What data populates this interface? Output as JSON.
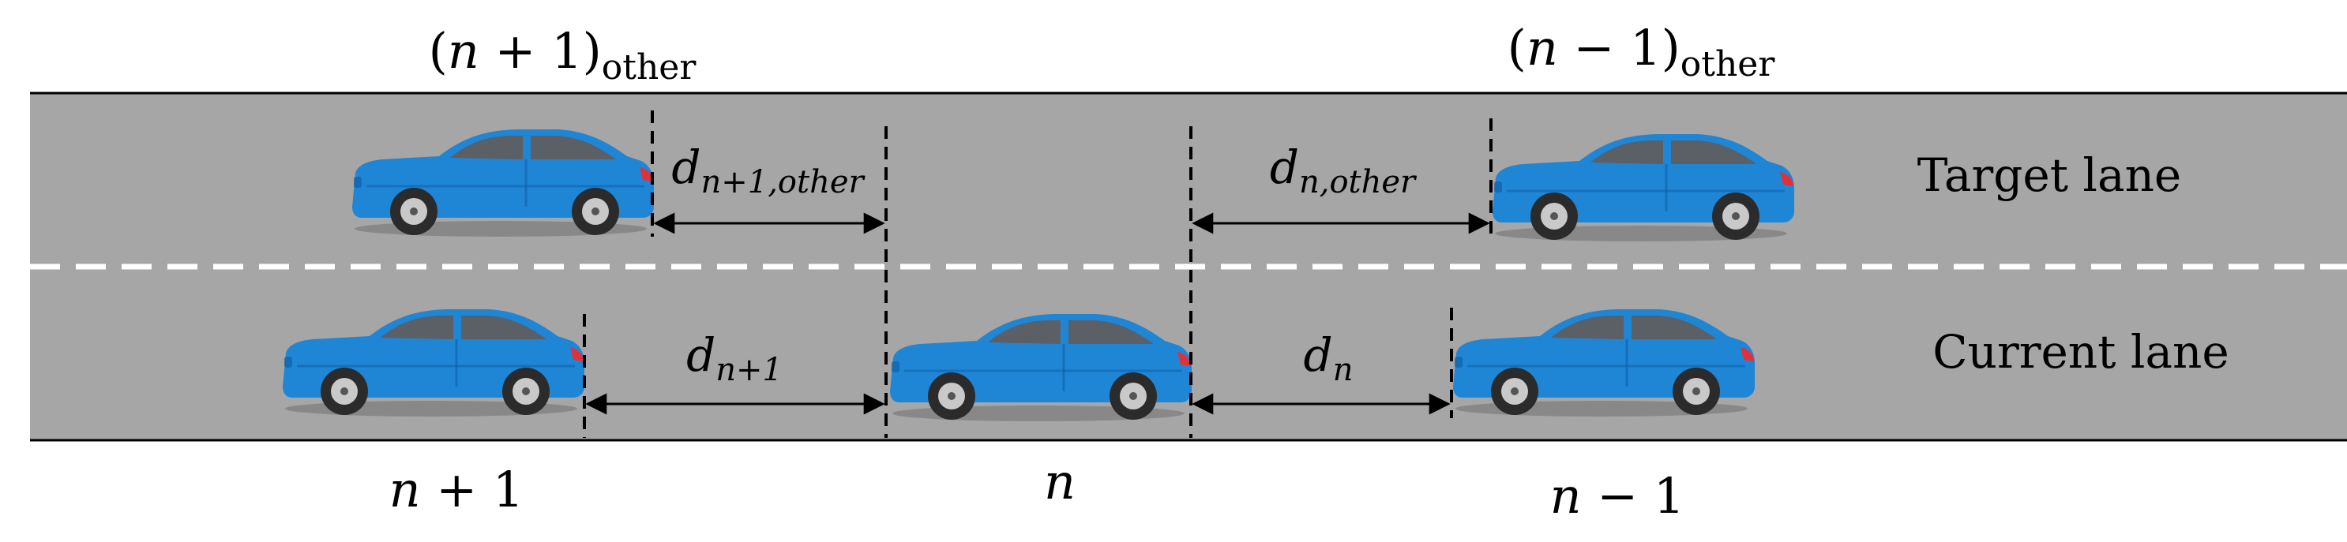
{
  "lanes": {
    "target_label": "Target lane",
    "current_label": "Current lane"
  },
  "vehicle_labels": {
    "top_left": {
      "var": "n",
      "op": " + 1",
      "sub": "other",
      "paren": true
    },
    "top_right": {
      "var": "n",
      "op": " − 1",
      "sub": "other",
      "paren": true
    },
    "bottom_left": {
      "var": "n",
      "op": " + 1"
    },
    "bottom_center": {
      "var": "n",
      "op": ""
    },
    "bottom_right": {
      "var": "n",
      "op": " − 1"
    }
  },
  "gap_labels": {
    "target_rear": {
      "var": "d",
      "sub": "n+1,other"
    },
    "target_front": {
      "var": "d",
      "sub": "n,other"
    },
    "current_rear": {
      "var": "d",
      "sub": "n+1"
    },
    "current_front": {
      "var": "d",
      "sub": "n"
    }
  },
  "colors": {
    "road": "#a6a6a6",
    "lane_divider": "#ffffff",
    "road_edge": "#000000",
    "car_body": "#1f86d6",
    "car_body_ego": "#1a6fd8",
    "car_window": "#5b5f66",
    "tire": "#2b2b2b",
    "rim": "#c9c9c9",
    "taillight": "#e0313b"
  }
}
